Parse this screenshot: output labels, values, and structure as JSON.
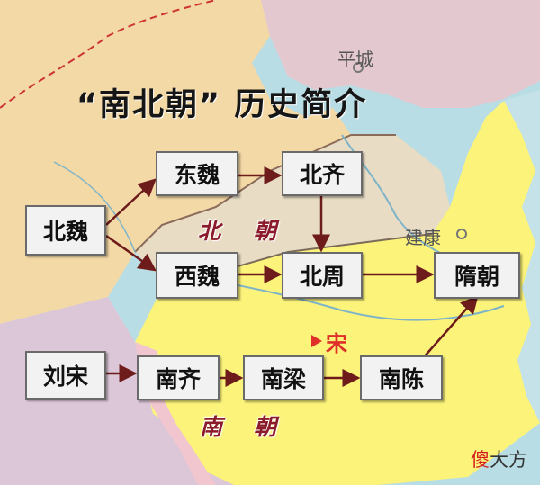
{
  "title": "“南北朝” 历史简介",
  "map_labels": {
    "pingcheng": "平城",
    "jiankang": "建康",
    "song": "宋"
  },
  "regions": {
    "north": [
      "北",
      "朝"
    ],
    "south": [
      "南",
      "朝"
    ]
  },
  "nodes": {
    "beiwei": "北魏",
    "dongwei": "东魏",
    "beiqi": "北齐",
    "xiwei": "西魏",
    "beizhou": "北周",
    "suichao": "隋朝",
    "liusong": "刘宋",
    "nanqi": "南齐",
    "nanliang": "南梁",
    "nanchen": "南陈"
  },
  "watermark": {
    "accent": "傻",
    "rest": "大方"
  },
  "colors": {
    "sea": "#b9dde4",
    "south_land": "#fbf37a",
    "north_land": "#f3d9a6",
    "arrow": "#6e1b1b"
  }
}
